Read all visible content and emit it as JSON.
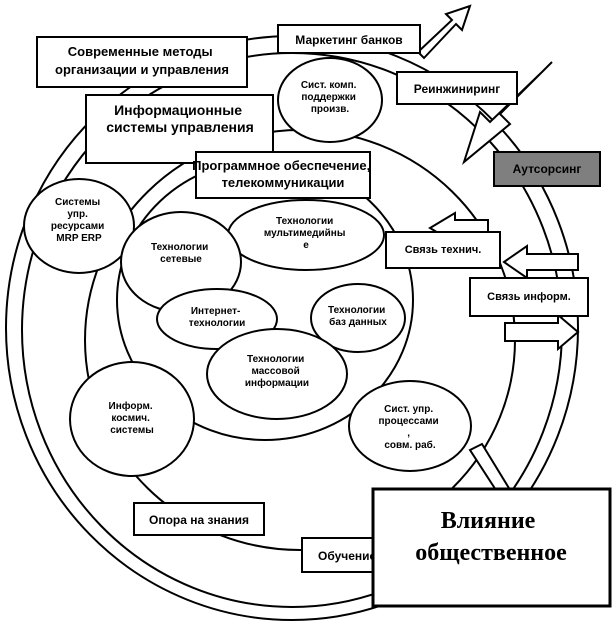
{
  "boxes": {
    "modern_methods": [
      "Современные методы",
      "организации и управления"
    ],
    "info_systems": [
      "Информационные",
      "системы управления"
    ],
    "software": [
      "Программное обеспечение,",
      "телекоммуникации"
    ],
    "marketing": "Маркетинг банков",
    "reengineering": "Реинжиниринг",
    "outsourcing": "Аутсорсинг",
    "tech_link": "Связь технич.",
    "info_link": "Связь информ.",
    "knowledge": "Опора на знания",
    "training": "Обучение",
    "influence": [
      "Влияние",
      "общественное"
    ]
  },
  "ellipses": {
    "comp_support": [
      "Сист. комп.",
      "поддержки",
      "произв."
    ],
    "erp": [
      "Системы",
      "упр.",
      "ресурсами",
      "MRP ERP"
    ],
    "network": [
      "Технологии",
      "сетевые"
    ],
    "multimedia": [
      "Технологии",
      "мультимедийны",
      "е"
    ],
    "internet": [
      "Интернет-",
      "технологии"
    ],
    "databases": [
      "Технологии",
      "баз данных"
    ],
    "mass_info": [
      "Технологии",
      "массовой",
      "информации"
    ],
    "space": [
      "Информ.",
      "космич.",
      "системы"
    ],
    "process_mgmt": [
      "Сист. упр.",
      "процессами",
      ",",
      "совм. раб."
    ]
  }
}
